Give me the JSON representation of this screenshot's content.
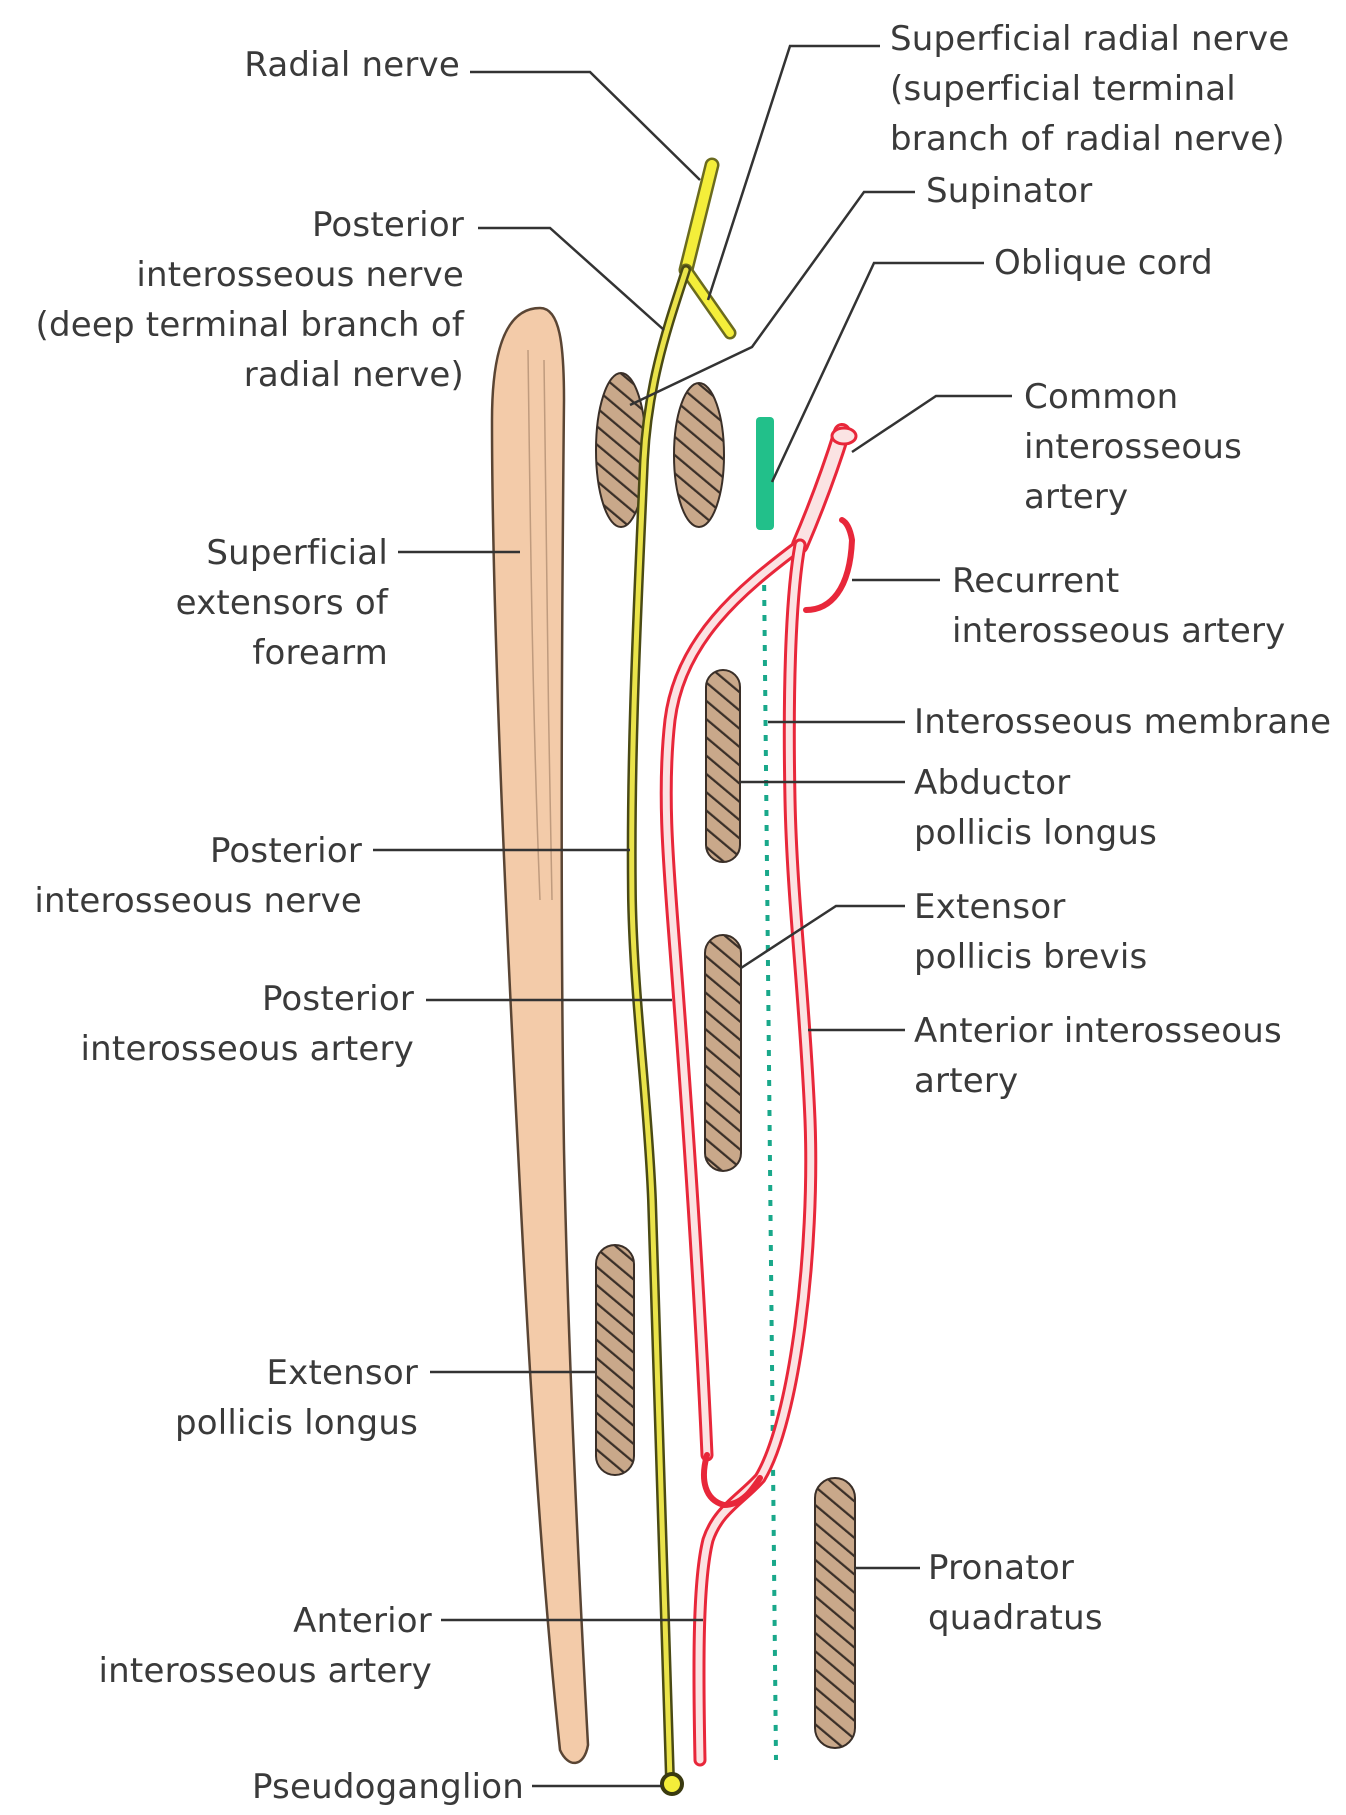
{
  "labels": {
    "radial_nerve": [
      "Radial nerve"
    ],
    "superficial_radial_nerve": [
      "Superficial radial nerve",
      "(superficial terminal",
      "branch of radial nerve)"
    ],
    "supinator": [
      "Supinator"
    ],
    "posterior_interosseous_nerve_top": [
      "Posterior",
      "interosseous nerve",
      "(deep terminal branch of",
      "radial nerve)"
    ],
    "oblique_cord": [
      "Oblique cord"
    ],
    "common_interosseous_artery": [
      "Common",
      "interosseous",
      "artery"
    ],
    "superficial_extensors": [
      "Superficial",
      "extensors of",
      "forearm"
    ],
    "recurrent_interosseous_artery": [
      "Recurrent",
      "interosseous artery"
    ],
    "interosseous_membrane": [
      "Interosseous membrane"
    ],
    "abductor_pollicis_longus": [
      "Abductor",
      "pollicis longus"
    ],
    "posterior_interosseous_nerve_mid": [
      "Posterior",
      "interosseous nerve"
    ],
    "extensor_pollicis_brevis": [
      "Extensor",
      "pollicis brevis"
    ],
    "posterior_interosseous_artery": [
      "Posterior",
      "interosseous artery"
    ],
    "anterior_interosseous_artery_right": [
      "Anterior interosseous",
      "artery"
    ],
    "extensor_pollicis_longus": [
      "Extensor",
      "pollicis longus"
    ],
    "pronator_quadratus": [
      "Pronator",
      "quadratus"
    ],
    "anterior_interosseous_artery_left": [
      "Anterior",
      "interosseous artery"
    ],
    "pseudoganglion": [
      "Pseudoganglion"
    ]
  },
  "colors": {
    "nerve": "#f4ee3a",
    "nerve_outline": "#6b6b1e",
    "artery": "#e8273a",
    "muscle_fill": "#f3cba9",
    "tendon_fill": "#c9a88a",
    "oblique_cord": "#22c08a",
    "membrane": "#19a88a",
    "leader": "#333333"
  }
}
